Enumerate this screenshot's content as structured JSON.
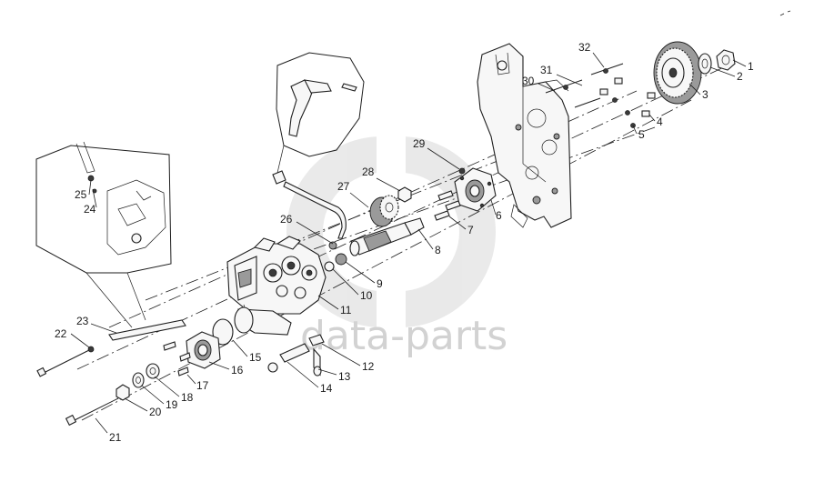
{
  "watermark": {
    "text": "data-parts",
    "color": "#d2d2d2"
  },
  "callouts": {
    "c1": "1",
    "c2": "2",
    "c3": "3",
    "c4": "4",
    "c5": "5",
    "c6": "6",
    "c7": "7",
    "c8": "8",
    "c9": "9",
    "c10": "10",
    "c11": "11",
    "c12": "12",
    "c13": "13",
    "c14": "14",
    "c15": "15",
    "c16": "16",
    "c17": "17",
    "c18": "18",
    "c19": "19",
    "c20": "20",
    "c21": "21",
    "c22": "22",
    "c23": "23",
    "c24": "24",
    "c25": "25",
    "c26": "26",
    "c27": "27",
    "c28": "28",
    "c29": "29",
    "c30": "30",
    "c31": "31",
    "c32": "32"
  }
}
